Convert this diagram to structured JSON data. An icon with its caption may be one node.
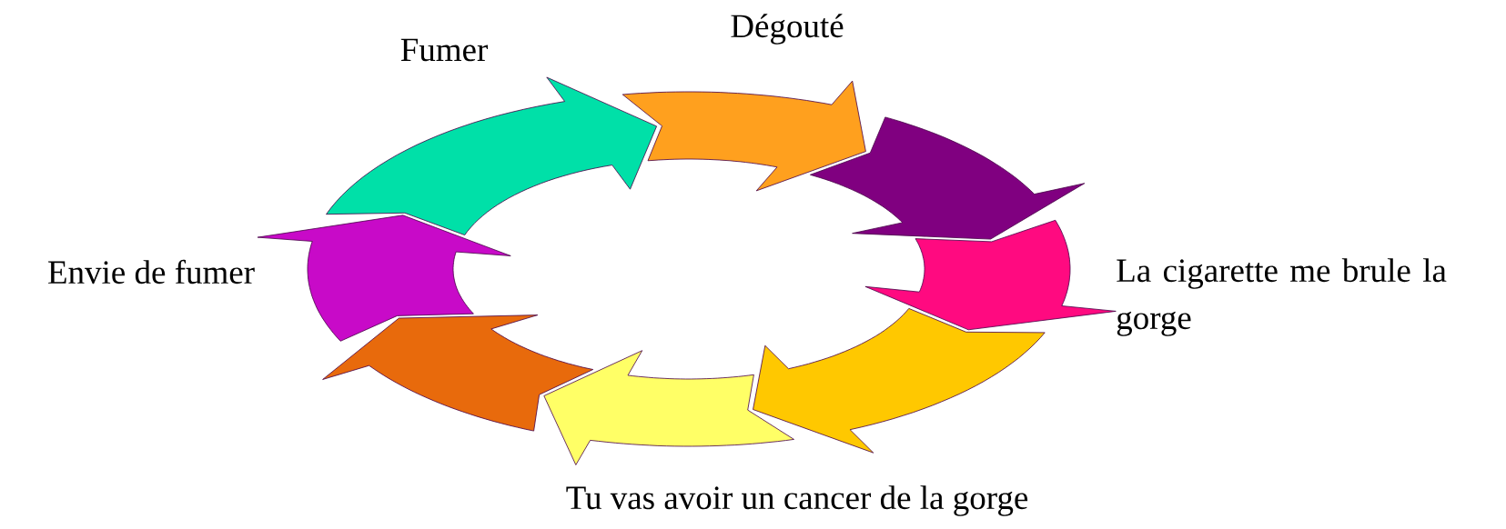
{
  "diagram": {
    "labels": [
      "Fumer",
      "Dégouté",
      "Envie de fumer",
      "La cigarette me brule la gorge",
      "Tu vas avoir un cancer de la gorge"
    ]
  }
}
